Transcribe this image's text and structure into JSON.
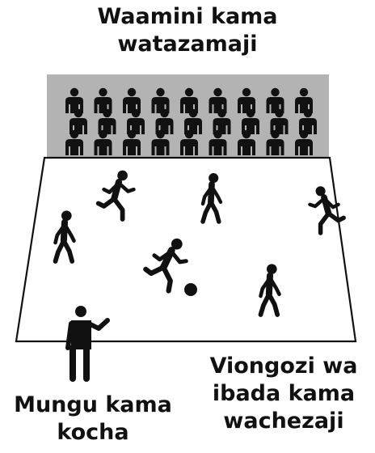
{
  "labels": {
    "spectators": "Waamini kama watazamaji",
    "coach": "Mungu kama kocha",
    "players": "Viongozi wa ibada kama wachezaji"
  },
  "colors": {
    "stands": "#b3b3b3",
    "field": "#ffffff",
    "figures": "#111111",
    "text": "#111111"
  },
  "icons": {
    "spectator": "person-icon",
    "player": "running-person-icon",
    "ball": "soccer-ball-icon",
    "coach": "coach-pointing-icon"
  }
}
